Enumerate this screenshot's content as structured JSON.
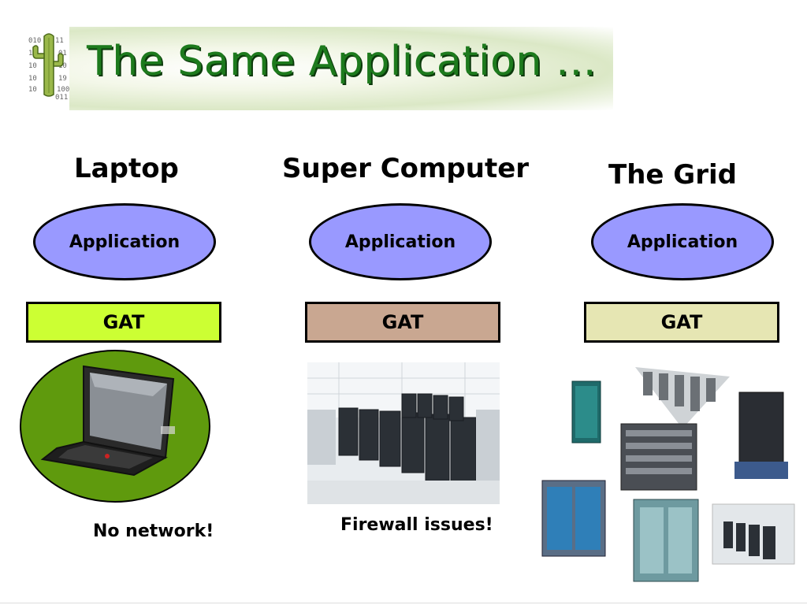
{
  "slide": {
    "title": "The Same Application …"
  },
  "columns": [
    {
      "heading": "Laptop",
      "app_label": "Application",
      "gat_label": "GAT",
      "gat_color": "#ccff33",
      "caption": "No network!"
    },
    {
      "heading": "Super Computer",
      "app_label": "Application",
      "gat_label": "GAT",
      "gat_color": "#c9a791",
      "caption": "Firewall issues!"
    },
    {
      "heading": "The Grid",
      "app_label": "Application",
      "gat_label": "GAT",
      "gat_color": "#e6e6b3"
    }
  ],
  "colors": {
    "title": "#1d7a1d",
    "ellipse_fill": "#9999ff",
    "laptop_circle": "#5f9a0d"
  },
  "icons": [
    "cactus-binary-logo",
    "laptop-photo",
    "supercomputer-room-photo",
    "grid-servers-photo"
  ]
}
